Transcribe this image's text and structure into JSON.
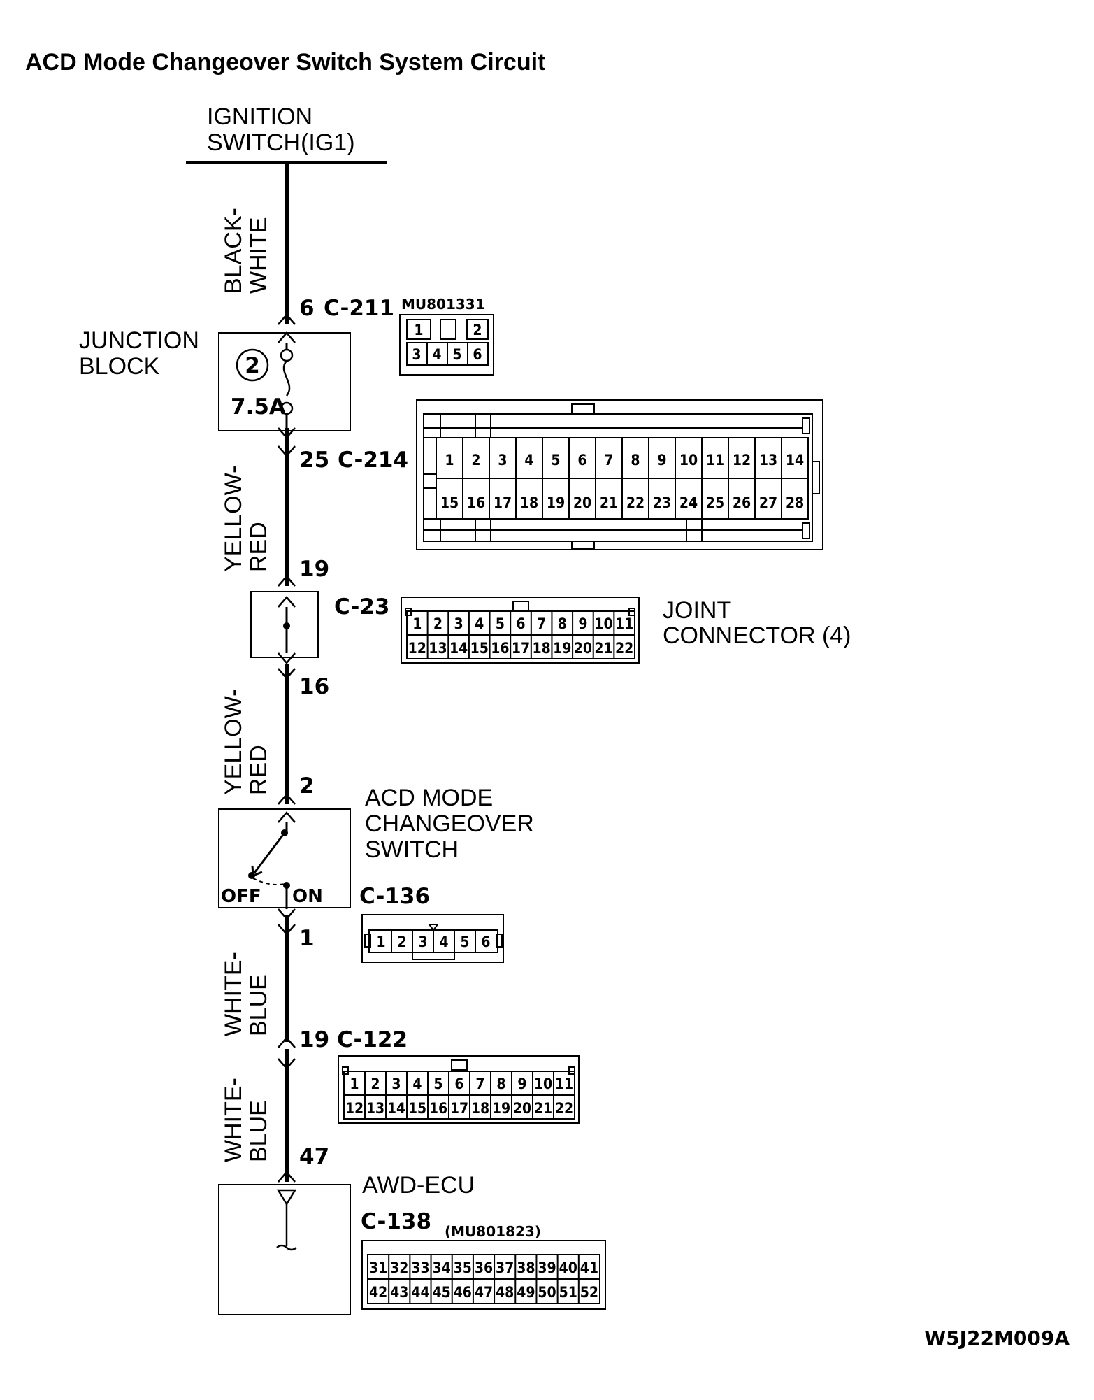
{
  "title": "ACD Mode Changeover Switch System Circuit",
  "ignition": {
    "line1": "IGNITION",
    "line2": "SWITCH(IG1)"
  },
  "wires": [
    {
      "line1": "BLACK-",
      "line2": "WHITE"
    },
    {
      "line1": "YELLOW-",
      "line2": "RED"
    },
    {
      "line1": "YELLOW-",
      "line2": "RED"
    },
    {
      "line1": "WHITE-",
      "line2": "BLUE"
    },
    {
      "line1": "WHITE-",
      "line2": "BLUE"
    }
  ],
  "junction_block": {
    "line1": "JUNCTION",
    "line2": "BLOCK",
    "fuse_no": "2",
    "fuse_rating": "7.5A"
  },
  "terminals": {
    "c211": {
      "pin": "6",
      "connector": "C-211"
    },
    "c214": {
      "pin": "25",
      "connector": "C-214"
    },
    "c23_in": {
      "pin": "19"
    },
    "c23": {
      "connector": "C-23"
    },
    "c23_out": {
      "pin": "16"
    },
    "c136_in": {
      "pin": "2"
    },
    "c136": {
      "connector": "C-136"
    },
    "c136_out": {
      "pin": "1"
    },
    "c122": {
      "pin": "19",
      "connector": "C-122"
    },
    "c138": {
      "pin": "47",
      "connector": "C-138"
    }
  },
  "joint_connector": {
    "line1": "JOINT",
    "line2": "CONNECTOR (4)"
  },
  "switch": {
    "line1": "ACD MODE",
    "line2": "CHANGEOVER",
    "line3": "SWITCH",
    "off": "OFF",
    "on": "ON"
  },
  "ecu": {
    "label": "AWD-ECU",
    "part_no": "(MU801823)"
  },
  "part_c211": "MU801331",
  "connectors": {
    "c211": {
      "top": [
        "1",
        "",
        "2"
      ],
      "bottom": [
        "3",
        "4",
        "5",
        "6"
      ]
    },
    "c214": {
      "top": [
        "1",
        "2",
        "3",
        "4",
        "5",
        "6",
        "7",
        "8",
        "9",
        "10",
        "11",
        "12",
        "13",
        "14"
      ],
      "bottom": [
        "15",
        "16",
        "17",
        "18",
        "19",
        "20",
        "21",
        "22",
        "23",
        "24",
        "25",
        "26",
        "27",
        "28"
      ]
    },
    "c23": {
      "top": [
        "1",
        "2",
        "3",
        "4",
        "5",
        "6",
        "7",
        "8",
        "9",
        "10",
        "11"
      ],
      "bottom": [
        "12",
        "13",
        "14",
        "15",
        "16",
        "17",
        "18",
        "19",
        "20",
        "21",
        "22"
      ]
    },
    "c136": {
      "cells": [
        "1",
        "2",
        "3",
        "4",
        "5",
        "6"
      ]
    },
    "c122": {
      "top": [
        "1",
        "2",
        "3",
        "4",
        "5",
        "6",
        "7",
        "8",
        "9",
        "10",
        "11"
      ],
      "bottom": [
        "12",
        "13",
        "14",
        "15",
        "16",
        "17",
        "18",
        "19",
        "20",
        "21",
        "22"
      ]
    },
    "c138": {
      "top": [
        "31",
        "32",
        "33",
        "34",
        "35",
        "36",
        "37",
        "38",
        "39",
        "40",
        "41"
      ],
      "bottom": [
        "42",
        "43",
        "44",
        "45",
        "46",
        "47",
        "48",
        "49",
        "50",
        "51",
        "52"
      ]
    }
  },
  "figure_id": "W5J22M009A"
}
